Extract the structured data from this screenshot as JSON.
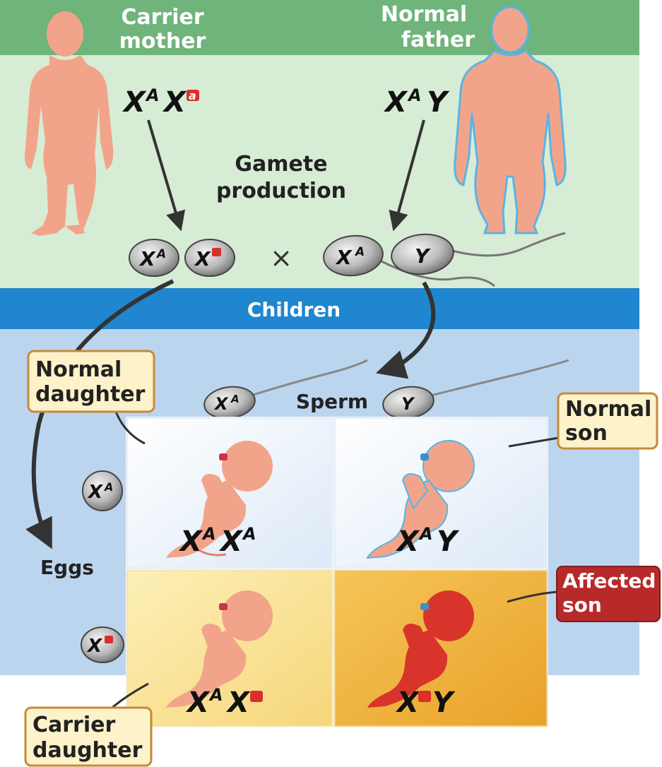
{
  "parents": {
    "mother_label_1": "Carrier",
    "mother_label_2": "mother",
    "father_label_1": "Normal",
    "father_label_2": "father",
    "mother_genotype": "XAXa",
    "father_genotype": "XAY"
  },
  "gamete_production": {
    "line1": "Gamete",
    "line2": "production"
  },
  "cross_symbol": "×",
  "children_header": "Children",
  "sperm_label": "Sperm",
  "eggs_label": "Eggs",
  "callouts": {
    "normal_daughter_1": "Normal",
    "normal_daughter_2": "daughter",
    "normal_son_1": "Normal",
    "normal_son_2": "son",
    "affected_son_1": "Affected",
    "affected_son_2": "son",
    "carrier_daughter_1": "Carrier",
    "carrier_daughter_2": "daughter"
  },
  "alleles": {
    "X": "X",
    "Y": "Y",
    "dominant": "A",
    "recessive": "a"
  },
  "colors": {
    "top_band": "#6fb47a",
    "parents_bg": "#d7ecd4",
    "children_band": "#1f86cf",
    "children_bg": "#bcd5ef",
    "normal_square": "#f2f7fd",
    "carrier_square": "#fbe8a5",
    "affected_square": "#f1b93f",
    "recessive_allele": "#d9302c",
    "skin": "#f2a48a",
    "affected_skin": "#d8342b",
    "callout_bg": "#fdf2c9",
    "callout_border": "#c48a3a",
    "affected_callout": "#b8292a",
    "father_outline": "#5ab4e6"
  }
}
